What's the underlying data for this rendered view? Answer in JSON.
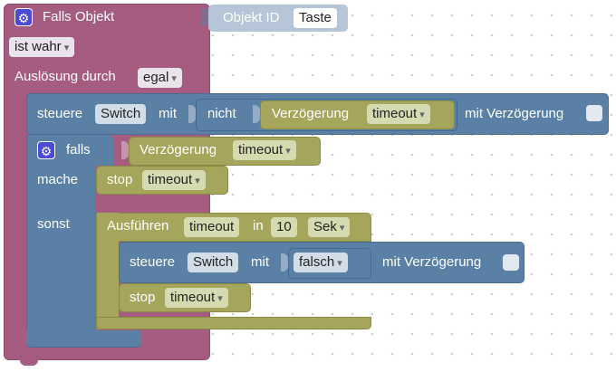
{
  "event_block": {
    "title": "Falls Objekt",
    "object_id_label": "Objekt ID",
    "object_id_value": "Taste",
    "condition": "ist wahr",
    "trigger_label": "Auslösung durch",
    "trigger_value": "egal",
    "color": "#a65c81"
  },
  "control_block_1": {
    "label": "steuere",
    "target": "Switch",
    "mit_label": "mit",
    "not_label": "nicht",
    "delay_label": "Verzögerung",
    "delay_value": "timeout",
    "suffix": "mit Verzögerung",
    "color": "#5b80a5"
  },
  "if_block": {
    "if_label": "falls",
    "condition_label": "Verzögerung",
    "condition_value": "timeout",
    "do_label": "mache",
    "else_label": "sonst"
  },
  "stop_block_1": {
    "label": "stop",
    "value": "timeout"
  },
  "execute_block": {
    "label": "Ausführen",
    "name": "timeout",
    "in_label": "in",
    "amount": "10",
    "unit": "Sek",
    "color": "#a5a55b"
  },
  "control_block_2": {
    "label": "steuere",
    "target": "Switch",
    "mit_label": "mit",
    "value": "falsch",
    "suffix": "mit Verzögerung"
  },
  "stop_block_2": {
    "label": "stop",
    "value": "timeout"
  }
}
